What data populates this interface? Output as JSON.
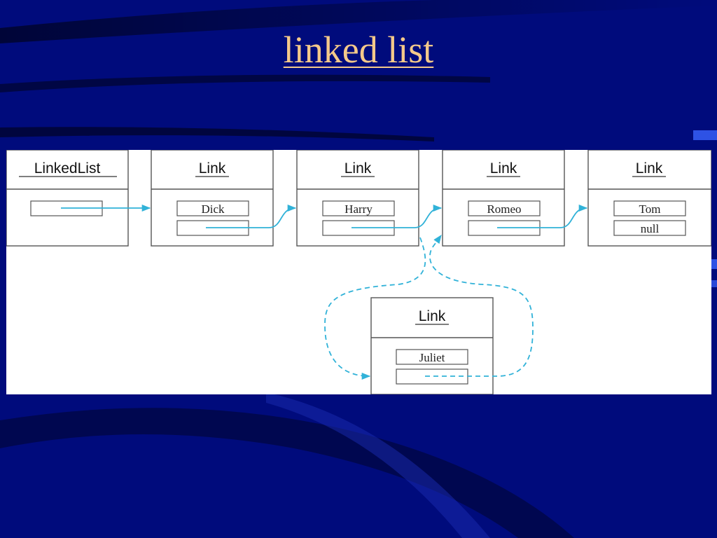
{
  "slide": {
    "title": "linked list"
  },
  "diagram": {
    "list_header": "LinkedList",
    "links": [
      {
        "header": "Link",
        "data": "Dick",
        "next": ""
      },
      {
        "header": "Link",
        "data": "Harry",
        "next": ""
      },
      {
        "header": "Link",
        "data": "Romeo",
        "next": ""
      },
      {
        "header": "Link",
        "data": "Tom",
        "next": "null"
      }
    ],
    "inserted_link": {
      "header": "Link",
      "data": "Juliet"
    },
    "colors": {
      "background": "#000a7a",
      "title": "#f4c98a",
      "arrow": "#31b2d8"
    }
  }
}
